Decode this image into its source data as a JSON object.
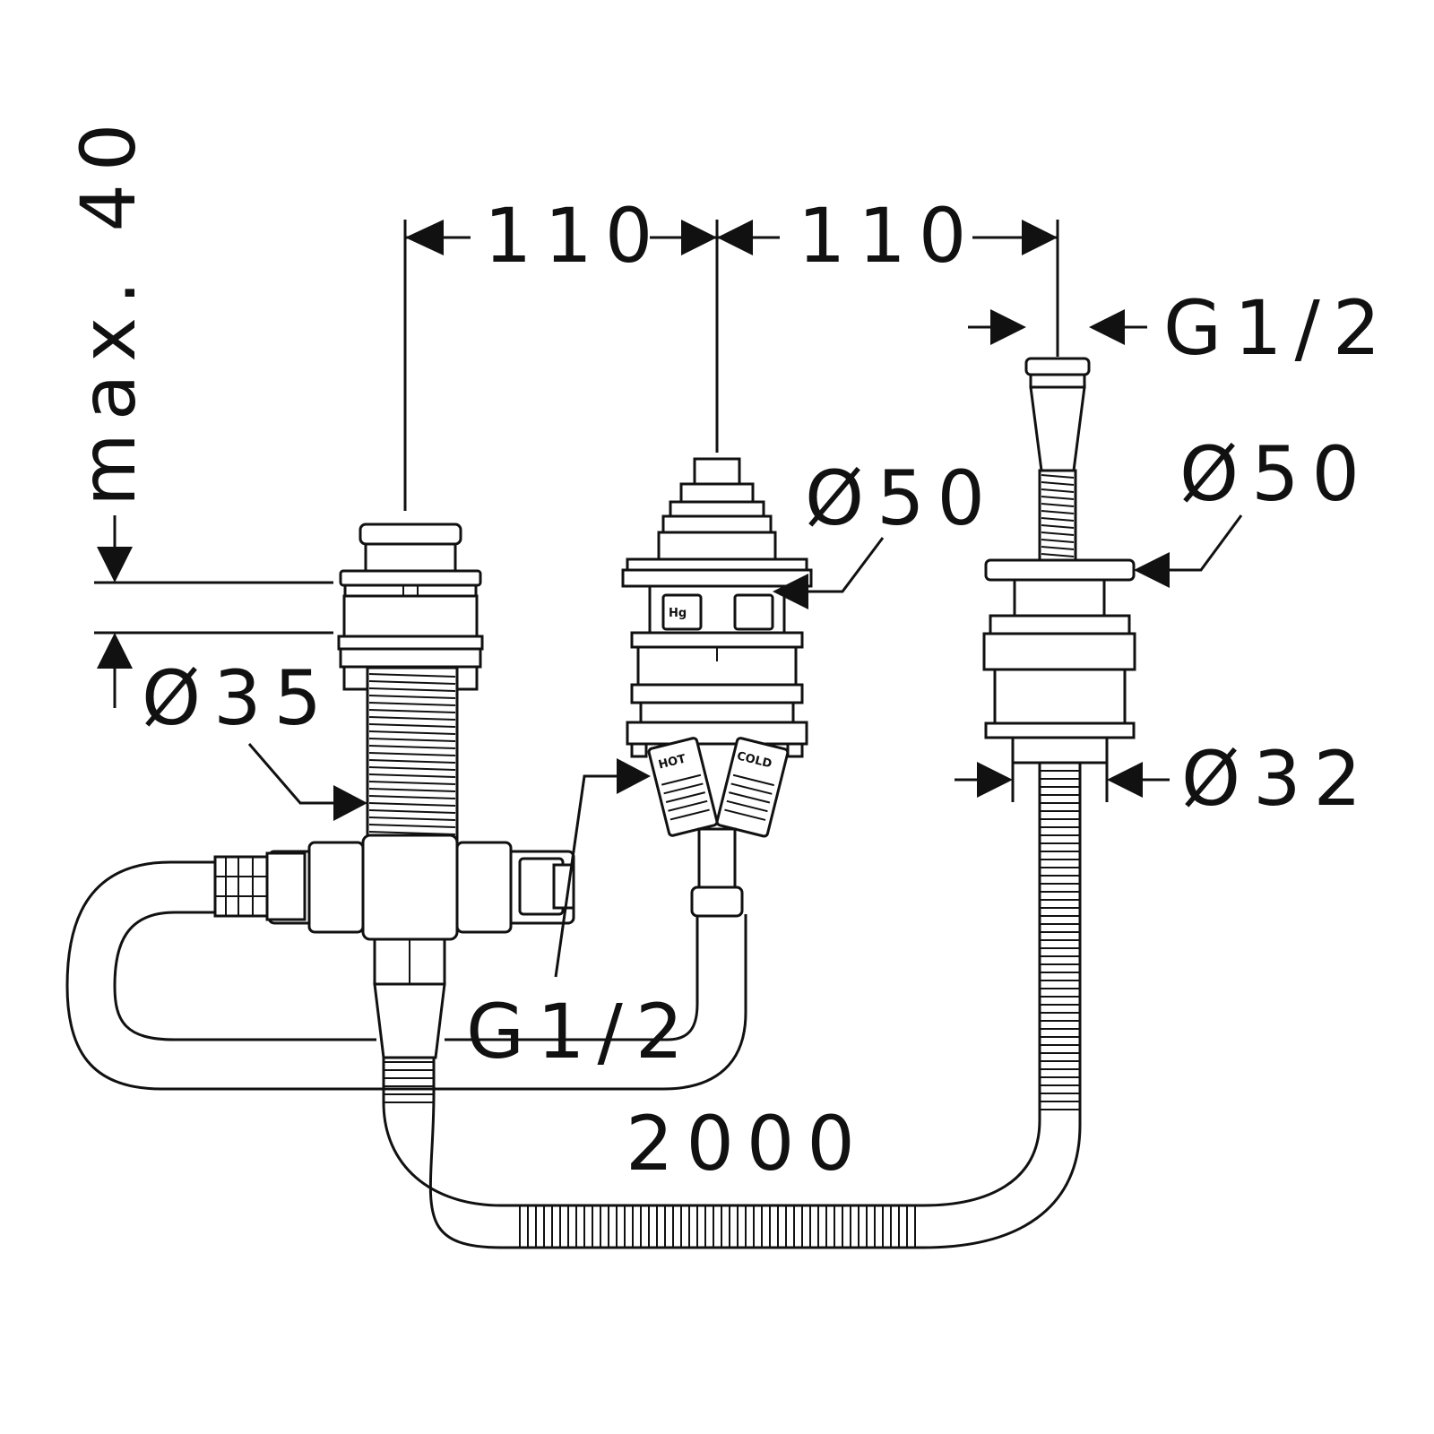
{
  "dimensions": {
    "spacing_left": "110",
    "spacing_right": "110",
    "max_depth": "max. 40",
    "top_thread": "G1/2",
    "diameter_spout_outlet": "Ø50",
    "diameter_spout_flange": "Ø50",
    "diameter_mixer": "Ø35",
    "diameter_spout_body": "Ø32",
    "bottom_thread": "G1/2",
    "hose_length": "2000"
  },
  "valve_labels": {
    "hot": "HOT",
    "cold": "COLD",
    "hg": "Hg"
  },
  "colors": {
    "line": "#111111",
    "background": "#ffffff"
  }
}
